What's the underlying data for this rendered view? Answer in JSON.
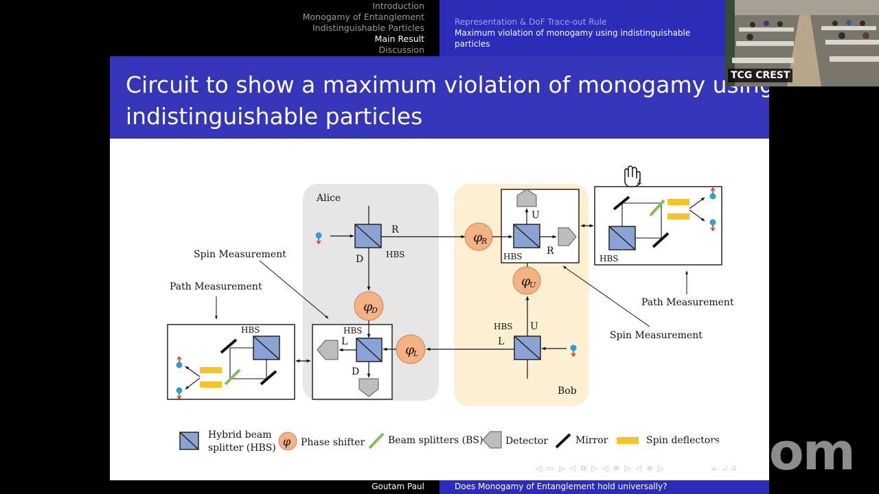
{
  "nav": {
    "sections": [
      "Introduction",
      "Monogamy of Entanglement",
      "Indistinguishable Particles",
      "Main Result",
      "Discussion"
    ],
    "active_section": "Main Result",
    "subsections": [
      "Representation & DoF Trace-out Rule",
      "Maximum violation of monogamy using indistinguishable particles"
    ]
  },
  "slide": {
    "title_line1": "Circuit to show a maximum violation of monogamy using",
    "title_line2": "indistinguishable particles"
  },
  "diagram": {
    "alice": "Alice",
    "bob": "Bob",
    "hbs": "HBS",
    "port_r": "R",
    "port_d": "D",
    "port_l": "L",
    "port_u": "U",
    "phase_symbol": "φ",
    "phase_r": "R",
    "phase_d": "D",
    "phase_l": "L",
    "phase_u": "U",
    "spin_measurement": "Spin Measurement",
    "path_measurement": "Path Measurement"
  },
  "legend": {
    "hbs_line1": "Hybrid beam",
    "hbs_line2": "splitter (HBS)",
    "phase_shifter": "Phase shifter",
    "phase_glyph": "φ",
    "beam_splitters": "Beam splitters (BS)",
    "detector": "Detector",
    "mirror": "Mirror",
    "spin_deflectors": "Spin deflectors"
  },
  "footer": {
    "author": "Goutam Paul",
    "talk_title": "Does Monogamy of Entanglement hold universally?"
  },
  "webcam": {
    "label": "TCG CREST"
  },
  "zoom": {
    "logo": "zoom"
  },
  "colors": {
    "title_bar": "#3535b9",
    "header_blue": "#2b2cb8",
    "alice_region": "#e6e6e6",
    "bob_region": "#fdefd2",
    "hbs_fill": "#8aa2d4",
    "phase_fill": "#f4b183",
    "bs_green": "#7fbf5a",
    "deflector_yellow": "#f7c325",
    "detector_gray": "#bdbdbd"
  }
}
